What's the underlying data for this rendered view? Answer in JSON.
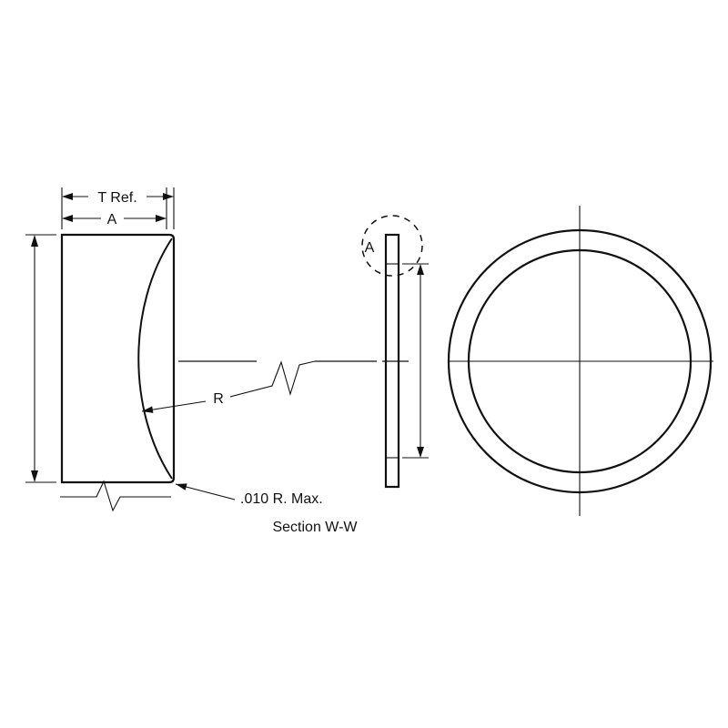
{
  "page": {
    "background": "#ffffff",
    "line_color": "#111111"
  },
  "drawing": {
    "section_label": "Section W-W",
    "dims": {
      "thickness_ref": "T Ref.",
      "edge_thickness": "A",
      "radius": "R",
      "corner_radius_note": ".010 R. Max.",
      "detail_callout": "A"
    }
  }
}
